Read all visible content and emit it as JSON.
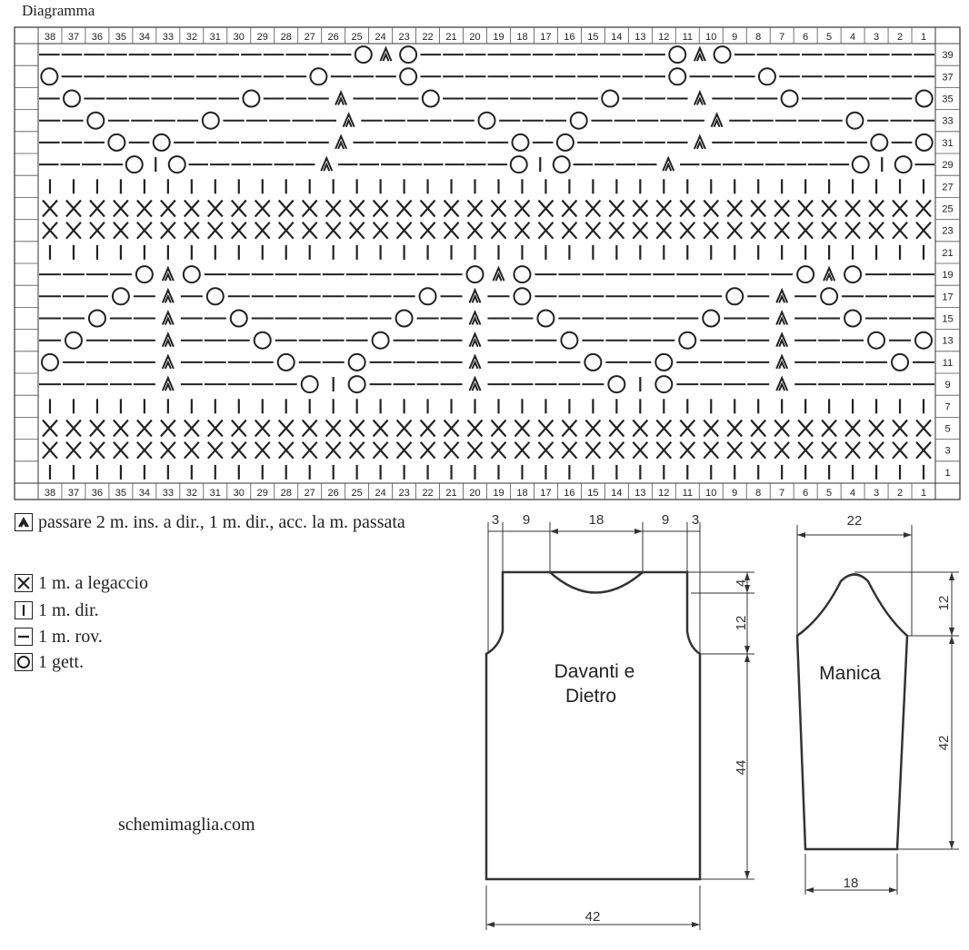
{
  "diagram": {
    "title": "Diagramma",
    "columns": [
      "38",
      "37",
      "36",
      "35",
      "34",
      "33",
      "32",
      "31",
      "30",
      "29",
      "28",
      "27",
      "26",
      "25",
      "24",
      "23",
      "22",
      "21",
      "20",
      "19",
      "18",
      "17",
      "16",
      "15",
      "14",
      "13",
      "12",
      "11",
      "10",
      "9",
      "8",
      "7",
      "6",
      "5",
      "4",
      "3",
      "2",
      "1"
    ],
    "row_labels": [
      "39",
      "37",
      "35",
      "33",
      "31",
      "29",
      "27",
      "25",
      "23",
      "21",
      "19",
      "17",
      "15",
      "13",
      "11",
      "9",
      "7",
      "5",
      "3",
      "1"
    ],
    "rows": [
      "--------------O^O-----------O^O---------",
      "O-----------O---O-----------O---O-------",
      "-O-------O---^---O-------O---^---O-----O",
      "--O----O-----^-----O---O-----^-----O---",
      "---O-O-------^-------O-O-----^-------O-O",
      "----O|O------^--------O|O----^--------O|O-",
      "||||||||||||||||||||||||||||||||||||||",
      "XXXXXXXXXXXXXXXXXXXXXXXXXXXXXXXXXXXXXX",
      "XXXXXXXXXXXXXXXXXXXXXXXXXXXXXXXXXXXXXX",
      "||||||||||||||||||||||||||||||||||||||",
      "----O^O-----------O^O-----------O^O---",
      "---O-^-O--------O-^-O--------O-^-O----",
      "--O--^--O------O--^--O------O--^--O---",
      "-O---^---O----O---^---O----O---^---O-O",
      "O----^----O--O----^----O--O----^----O-",
      "-----^-----O|O----^-----O|O----^------",
      "||||||||||||||||||||||||||||||||||||||",
      "XXXXXXXXXXXXXXXXXXXXXXXXXXXXXXXXXXXXXX",
      "XXXXXXXXXXXXXXXXXXXXXXXXXXXXXXXXXXXXXX",
      "||||||||||||||||||||||||||||||||||||||"
    ]
  },
  "legend": [
    {
      "symbol": "decrease",
      "icon": "double-decrease-icon",
      "text": "passare 2 m. ins. a dir., 1 m. dir., acc. la m. passata"
    },
    {
      "symbol": "X",
      "icon": "garter-stitch-icon",
      "text": "1 m. a legaccio"
    },
    {
      "symbol": "|",
      "icon": "knit-stitch-icon",
      "text": "1 m. dir."
    },
    {
      "symbol": "-",
      "icon": "purl-stitch-icon",
      "text": "1 m. rov."
    },
    {
      "symbol": "O",
      "icon": "yarn-over-icon",
      "text": "1 gett."
    }
  ],
  "site": "schemimaglia.com",
  "body_schematic": {
    "label": "Davanti e Dietro",
    "top_dims": [
      "3",
      "9",
      "18",
      "9",
      "3"
    ],
    "neck_depth": "4",
    "armhole_height": "12",
    "body_height": "44",
    "width": "42"
  },
  "sleeve_schematic": {
    "label": "Manica",
    "top_width": "22",
    "cap_height": "12",
    "length": "42",
    "bottom_width": "18"
  },
  "colors": {
    "ink": "#222222",
    "background": "#ffffff"
  }
}
